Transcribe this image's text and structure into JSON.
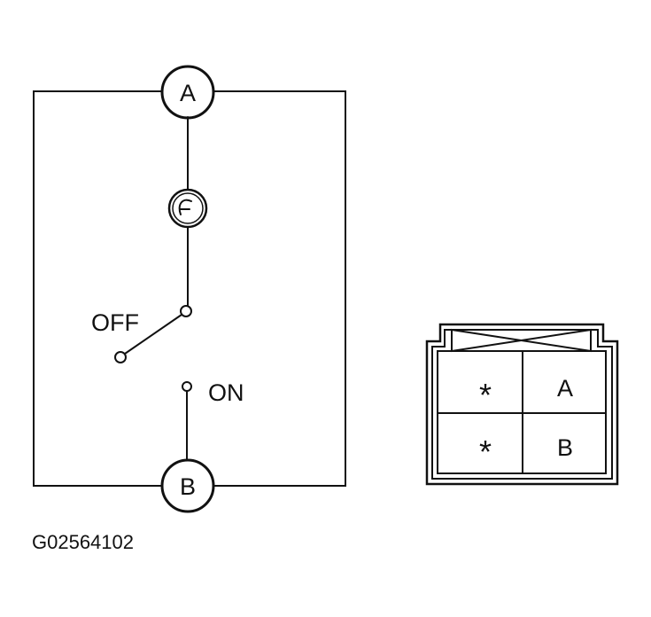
{
  "schematic": {
    "terminal_a": "A",
    "terminal_b": "B",
    "off_label": "OFF",
    "on_label": "ON"
  },
  "connector": {
    "cells": [
      "*",
      "A",
      "*",
      "B"
    ]
  },
  "figure_id": "G02564102",
  "colors": {
    "ink": "#111111",
    "paper": "#ffffff"
  }
}
